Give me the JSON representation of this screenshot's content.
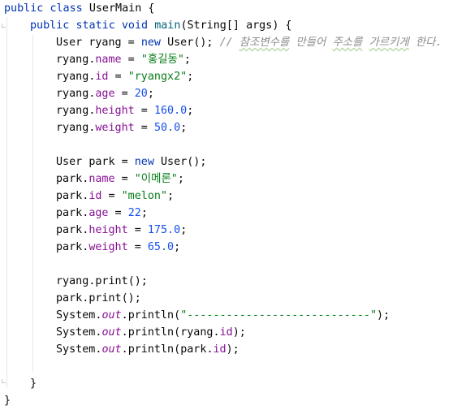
{
  "kw": {
    "public": "public",
    "class": "class",
    "static": "static",
    "void": "void",
    "new": "new"
  },
  "ident": {
    "UserMain": "UserMain",
    "main": "main",
    "String": "String",
    "args": "args",
    "User": "User",
    "ryang": "ryang",
    "park": "park",
    "System": "System",
    "out": "out",
    "println": "println",
    "print": "print",
    "name": "name",
    "id": "id",
    "age": "age",
    "height": "height",
    "weight": "weight"
  },
  "punct": {
    "dot": ".",
    "eq": " = ",
    "semi": ";",
    "paren_open": "(",
    "paren_close": ")",
    "brackets": "[]",
    "call_end": "();",
    "stmt_end": ");",
    "brace_open": " {",
    "brace_close": "}",
    "space": " "
  },
  "literals": {
    "ryang_name": "\"홍길동\"",
    "ryang_id": "\"ryangx2\"",
    "ryang_age": "20",
    "ryang_height": "160.0",
    "ryang_weight": "50.0",
    "park_name": "\"이메론\"",
    "park_id": "\"melon\"",
    "park_age": "22",
    "park_height": "175.0",
    "park_weight": "65.0",
    "separator": "\"----------------------------\""
  },
  "comment": {
    "slashes": "// ",
    "w1": "참조변수를",
    "sp1": " ",
    "w2": "만들어",
    "sp2": " ",
    "w3": "주소를",
    "sp3": " ",
    "w4": "가르키게",
    "sp4": " ",
    "w5": "한다."
  }
}
